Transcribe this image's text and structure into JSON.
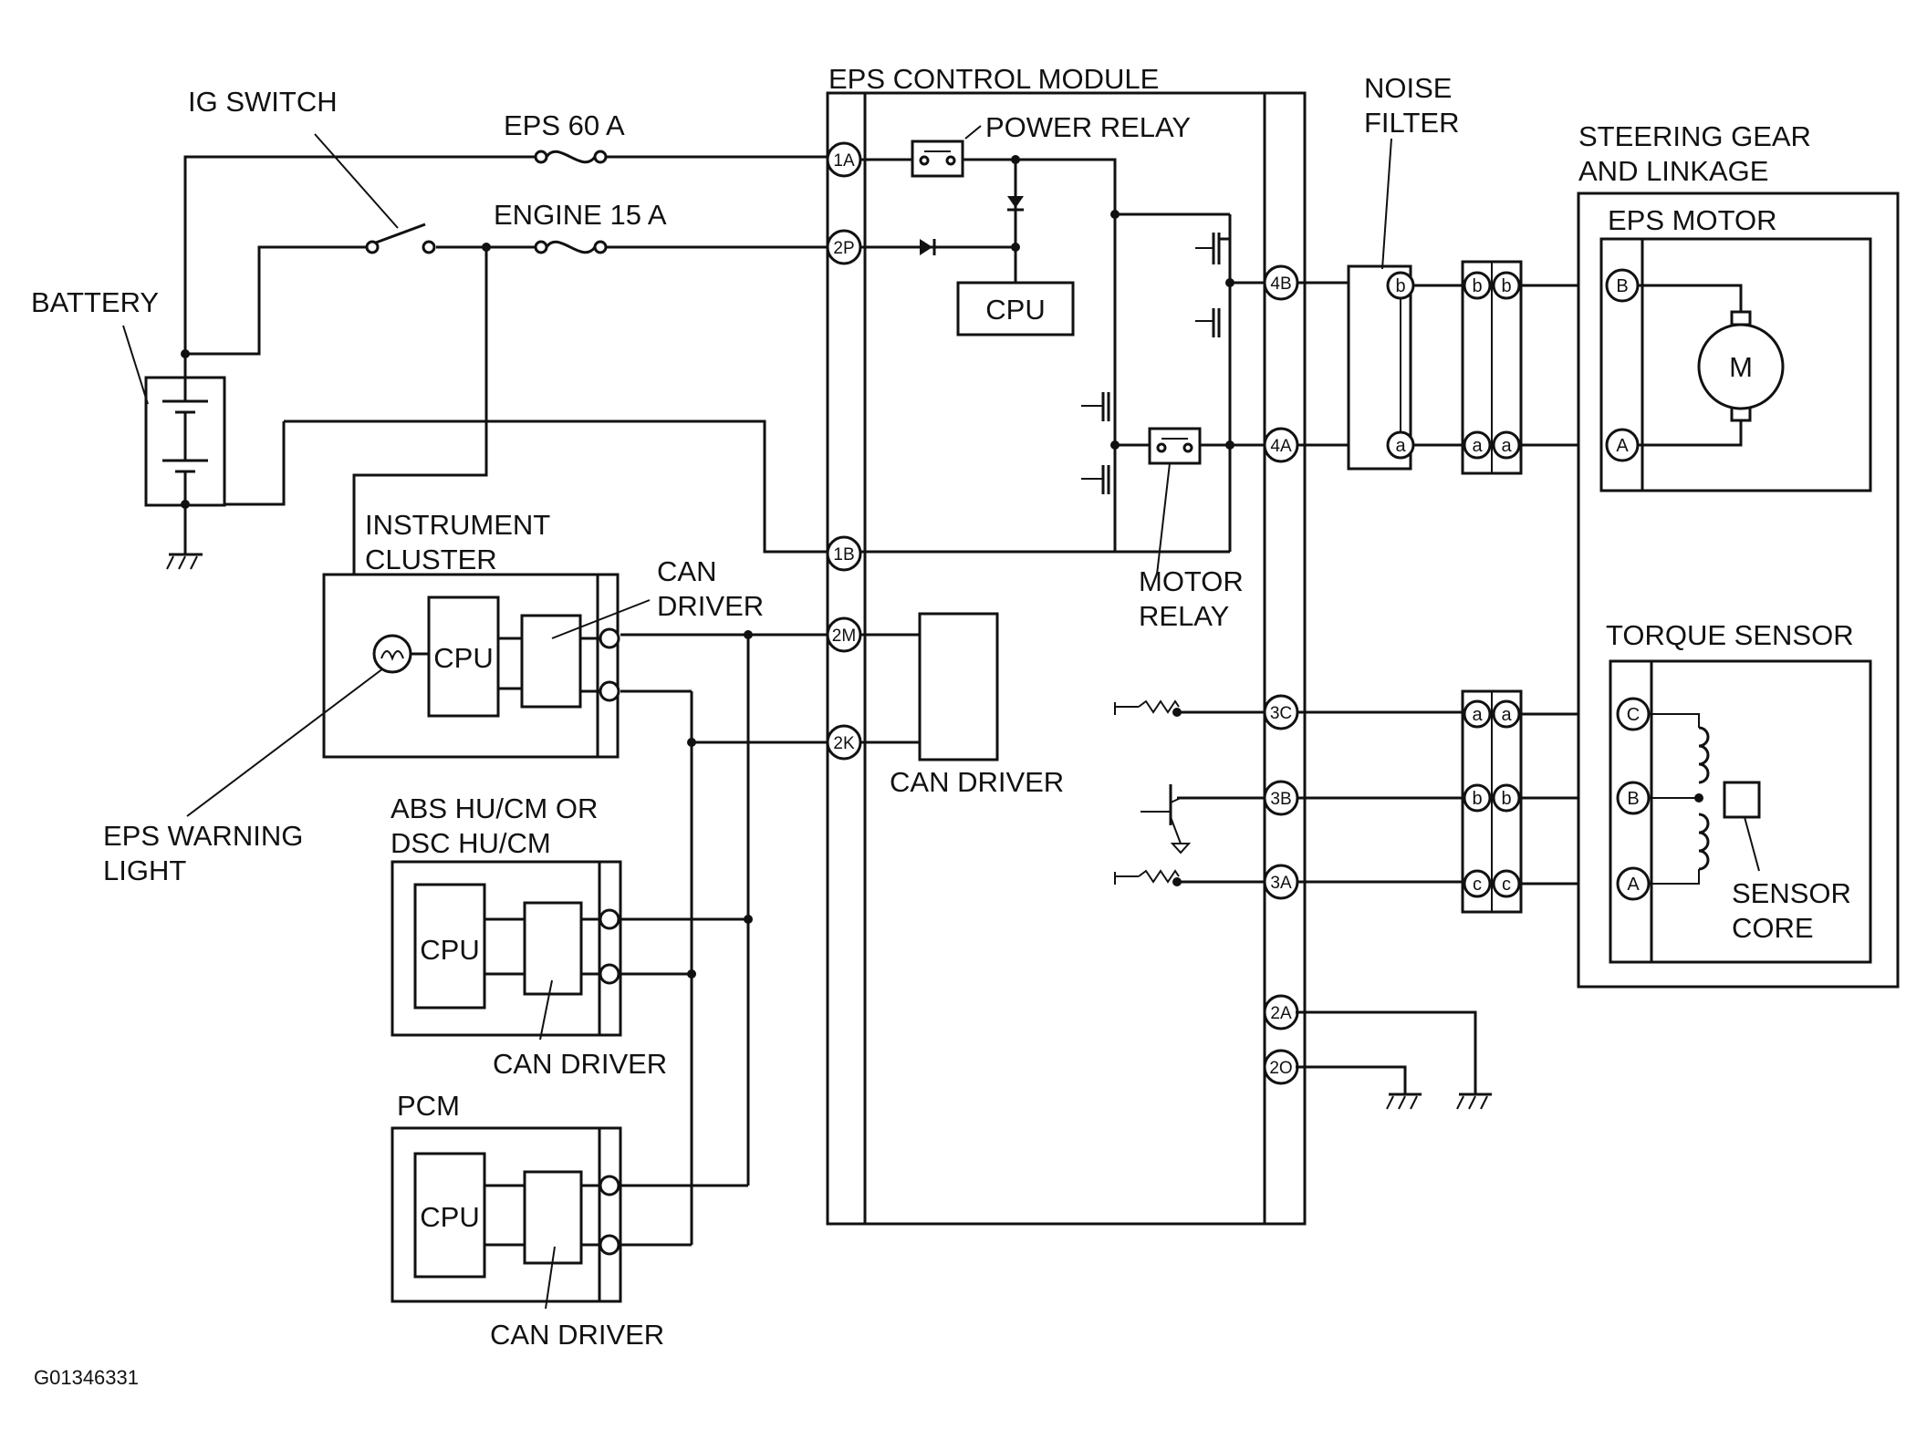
{
  "labels": {
    "ig_switch": "IG SWITCH",
    "battery": "BATTERY",
    "eps_fuse": "EPS 60 A",
    "engine_fuse": "ENGINE 15 A",
    "eps_module": "EPS CONTROL MODULE",
    "power_relay": "POWER RELAY",
    "cpu": "CPU",
    "motor_relay_1": "MOTOR",
    "motor_relay_2": "RELAY",
    "noise_filter_1": "NOISE",
    "noise_filter_2": "FILTER",
    "steering_1": "STEERING GEAR",
    "steering_2": "AND LINKAGE",
    "eps_motor": "EPS MOTOR",
    "motor_symbol": "M",
    "torque_sensor": "TORQUE SENSOR",
    "sensor_core_1": "SENSOR",
    "sensor_core_2": "CORE",
    "instrument_1": "INSTRUMENT",
    "instrument_2": "CLUSTER",
    "can_driver_1": "CAN",
    "can_driver_2": "DRIVER",
    "can_driver": "CAN DRIVER",
    "warning_1": "EPS WARNING",
    "warning_2": "LIGHT",
    "abs_1": "ABS HU/CM OR",
    "abs_2": "DSC HU/CM",
    "pcm": "PCM",
    "figure_id": "G01346331"
  },
  "module_pins": {
    "1A": "1A",
    "2P": "2P",
    "1B": "1B",
    "2M": "2M",
    "2K": "2K",
    "4B": "4B",
    "4A": "4A",
    "3C": "3C",
    "3B": "3B",
    "3A": "3A",
    "2A": "2A",
    "2O": "2O"
  },
  "terminal_letters": {
    "a": "a",
    "b": "b",
    "c": "c",
    "A": "A",
    "B": "B",
    "C": "C"
  }
}
